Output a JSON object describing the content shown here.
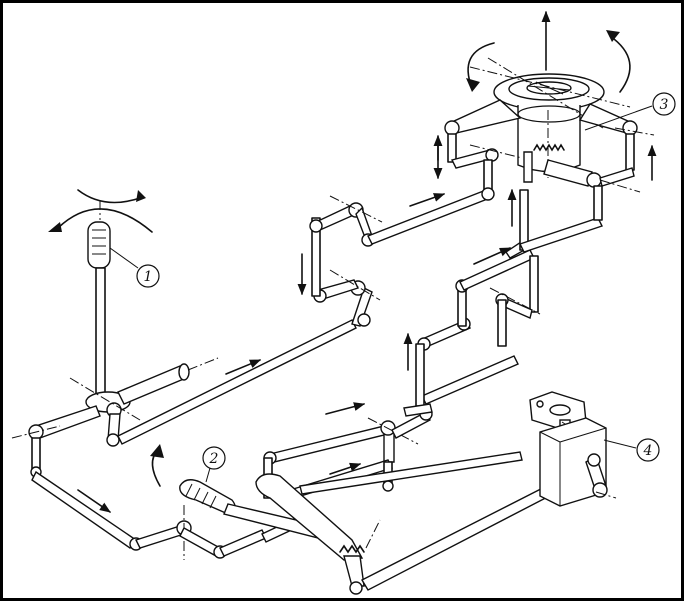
{
  "diagram": {
    "callouts": [
      {
        "id": "1",
        "label": "1"
      },
      {
        "id": "2",
        "label": "2"
      },
      {
        "id": "3",
        "label": "3"
      },
      {
        "id": "4",
        "label": "4"
      }
    ],
    "colors": {
      "ink": "#111111",
      "background": "#ffffff",
      "frame": "#000000"
    }
  }
}
